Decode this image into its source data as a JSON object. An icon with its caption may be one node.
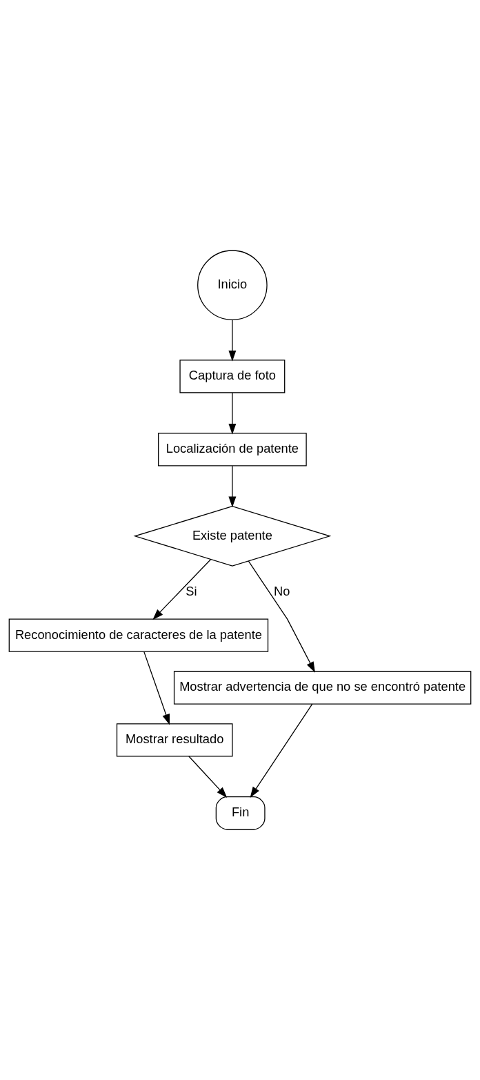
{
  "diagram": {
    "nodes": [
      {
        "text": [
          "Inicio"
        ]
      },
      {
        "text": [
          "Captura de foto"
        ]
      },
      {
        "text": [
          "Localización de patente"
        ]
      },
      {
        "text": [
          "Existe patente"
        ]
      },
      {
        "text": [
          "Reconocimiento de caracteres de la patente"
        ]
      },
      {
        "text": [
          "Mostrar advertencia de que no se encontró patente"
        ]
      },
      {
        "text": [
          "Mostrar resultado"
        ]
      },
      {
        "text": [
          "Fin"
        ]
      }
    ],
    "edges": [
      {
        "from": 0,
        "to": 1,
        "arrow": "to"
      },
      {
        "from": 1,
        "to": 2,
        "arrow": "to"
      },
      {
        "from": 2,
        "to": 3,
        "arrow": "to"
      },
      {
        "from": 3,
        "to": 4,
        "label": "Si",
        "arrow": "to"
      },
      {
        "from": 3,
        "to": 5,
        "label": "No",
        "arrow": "to"
      },
      {
        "from": 4,
        "to": 6,
        "arrow": "to"
      },
      {
        "from": 6,
        "to": 7,
        "arrow": "to"
      },
      {
        "from": 5,
        "to": 7,
        "arrow": "to"
      }
    ]
  }
}
